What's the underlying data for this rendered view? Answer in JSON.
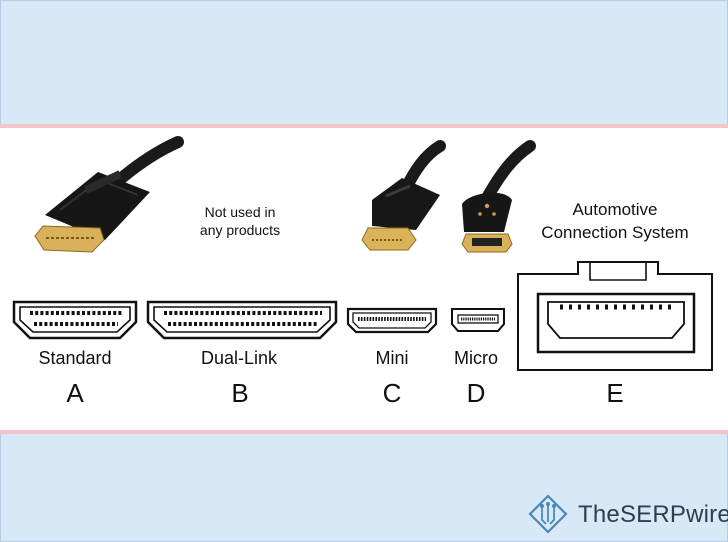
{
  "note": {
    "line1": "Not used in",
    "line2": "any products"
  },
  "automotive": {
    "line1": "Automotive",
    "line2": "Connection System"
  },
  "connectors": [
    {
      "name": "Standard",
      "letter": "A"
    },
    {
      "name": "Dual-Link",
      "letter": "B"
    },
    {
      "name": "Mini",
      "letter": "C"
    },
    {
      "name": "Micro",
      "letter": "D"
    },
    {
      "name": "",
      "letter": "E"
    }
  ],
  "brand": {
    "text": "TheSERPwire",
    "icon": "circuit-logo-icon"
  },
  "colors": {
    "background": "#d9e8f6",
    "band": "#f2c5c9",
    "panel": "#ffffff",
    "brand": "#2c3e50"
  }
}
